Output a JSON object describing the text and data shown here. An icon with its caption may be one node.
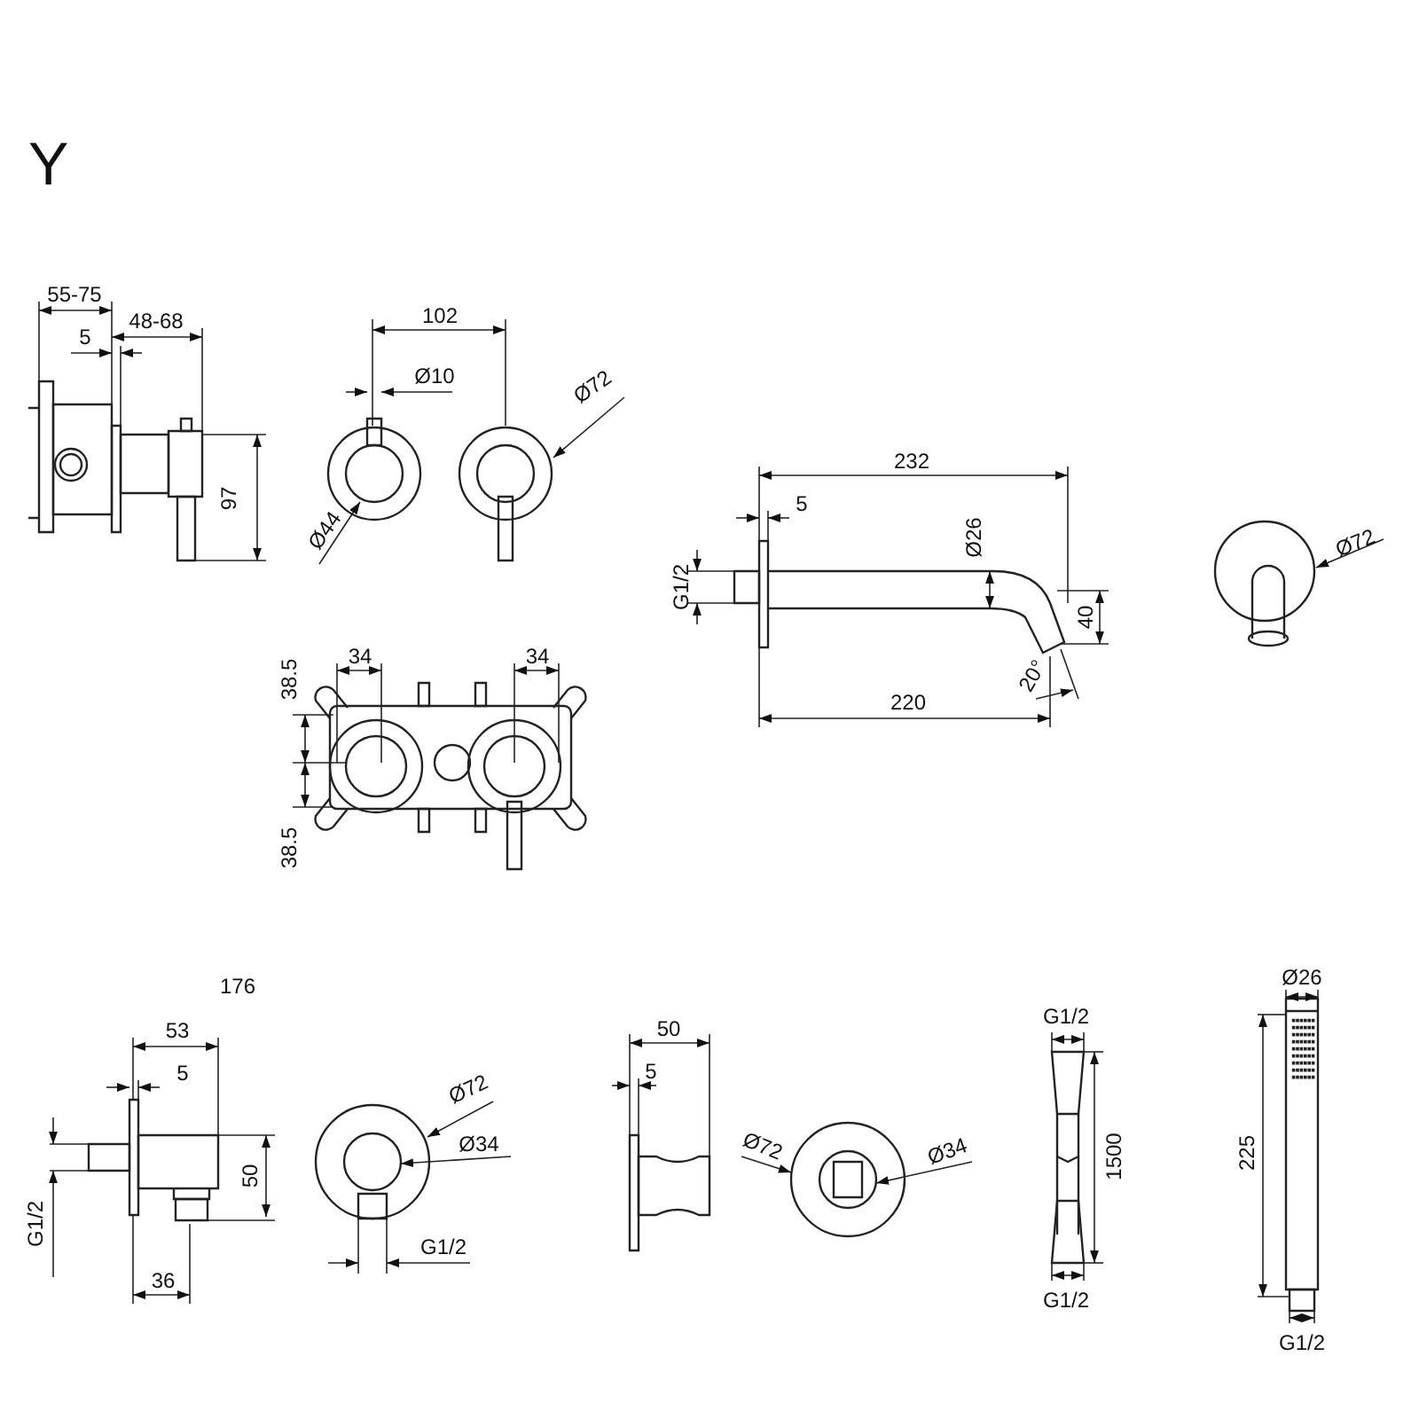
{
  "diagram": {
    "title": "Y",
    "labels": [
      "55-75",
      "48-68",
      "5",
      "97",
      "102",
      "Ø10",
      "Ø72",
      "Ø44",
      "38.5",
      "34",
      "34",
      "38.5",
      "232",
      "5",
      "Ø26",
      "G1/2",
      "40",
      "20°",
      "220",
      "Ø72",
      "176",
      "53",
      "5",
      "Ø72",
      "Ø34",
      "50",
      "G1/2",
      "G1/2",
      "36",
      "50",
      "5",
      "Ø72",
      "Ø34",
      "G1/2",
      "1500",
      "G1/2",
      "Ø26",
      "225",
      "G1/2"
    ]
  }
}
